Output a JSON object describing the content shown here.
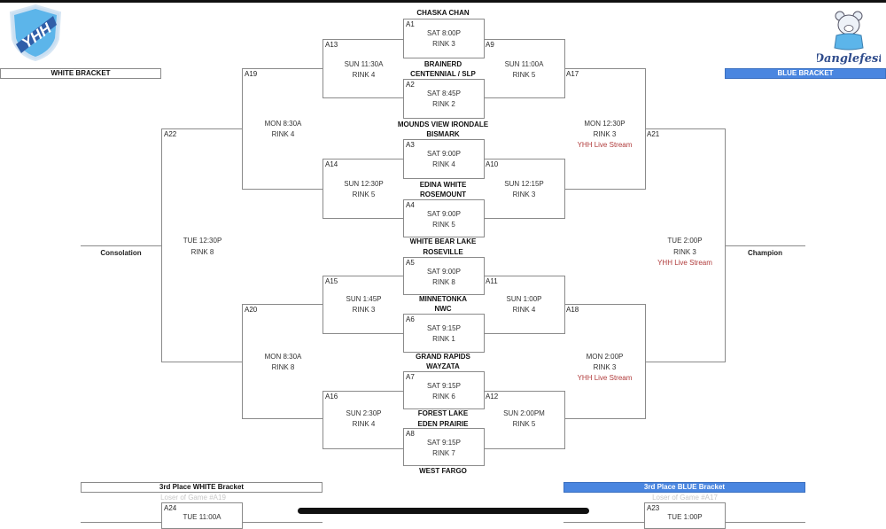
{
  "logos": {
    "left": {
      "name": "YHH",
      "text": "YHH"
    },
    "right": {
      "name": "Danglefest",
      "text": "Danglefest"
    }
  },
  "headers": {
    "white_bracket": "WHITE BRACKET",
    "blue_bracket": "BLUE BRACKET",
    "third_white": "3rd Place WHITE Bracket",
    "third_blue": "3rd Place BLUE Bracket"
  },
  "end_labels": {
    "consolation": "Consolation",
    "champion": "Champion"
  },
  "teams": [
    "CHASKA CHAN",
    "BRAINERD",
    "CENTENNIAL / SLP",
    "MOUNDS VIEW IRONDALE",
    "BISMARK",
    "EDINA WHITE",
    "ROSEMOUNT",
    "WHITE BEAR LAKE",
    "ROSEVILLE",
    "MINNETONKA",
    "NWC",
    "GRAND RAPIDS",
    "WAYZATA",
    "FOREST LAKE",
    "EDEN PRAIRIE",
    "WEST FARGO"
  ],
  "games": {
    "A1": {
      "id": "A1",
      "time": "SAT 8:00P",
      "rink": "RINK 3"
    },
    "A2": {
      "id": "A2",
      "time": "SAT 8:45P",
      "rink": "RINK 2"
    },
    "A3": {
      "id": "A3",
      "time": "SAT 9:00P",
      "rink": "RINK 4"
    },
    "A4": {
      "id": "A4",
      "time": "SAT 9:00P",
      "rink": "RINK 5"
    },
    "A5": {
      "id": "A5",
      "time": "SAT 9:00P",
      "rink": "RINK 8"
    },
    "A6": {
      "id": "A6",
      "time": "SAT 9:15P",
      "rink": "RINK 1"
    },
    "A7": {
      "id": "A7",
      "time": "SAT 9:15P",
      "rink": "RINK 6"
    },
    "A8": {
      "id": "A8",
      "time": "SAT 9:15P",
      "rink": "RINK 7"
    },
    "A9": {
      "id": "A9",
      "time": "SUN 11:00A",
      "rink": "RINK 5"
    },
    "A10": {
      "id": "A10",
      "time": "SUN 12:15P",
      "rink": "RINK 3"
    },
    "A11": {
      "id": "A11",
      "time": "SUN 1:00P",
      "rink": "RINK 4"
    },
    "A12": {
      "id": "A12",
      "time": "SUN 2:00PM",
      "rink": "RINK 5"
    },
    "A13": {
      "id": "A13",
      "time": "SUN 11:30A",
      "rink": "RINK 4"
    },
    "A14": {
      "id": "A14",
      "time": "SUN 12:30P",
      "rink": "RINK 5"
    },
    "A15": {
      "id": "A15",
      "time": "SUN 1:45P",
      "rink": "RINK 3"
    },
    "A16": {
      "id": "A16",
      "time": "SUN 2:30P",
      "rink": "RINK 4"
    },
    "A17": {
      "id": "A17",
      "time": "MON 12:30P",
      "rink": "RINK 3",
      "stream": "YHH Live Stream"
    },
    "A18": {
      "id": "A18",
      "time": "MON 2:00P",
      "rink": "RINK 3",
      "stream": "YHH Live Stream"
    },
    "A19": {
      "id": "A19",
      "time": "MON 8:30A",
      "rink": "RINK 4"
    },
    "A20": {
      "id": "A20",
      "time": "MON 8:30A",
      "rink": "RINK 8"
    },
    "A21": {
      "id": "A21",
      "time": "TUE 2:00P",
      "rink": "RINK 3",
      "stream": "YHH Live Stream"
    },
    "A22": {
      "id": "A22",
      "time": "TUE 12:30P",
      "rink": "RINK 8"
    },
    "A23": {
      "id": "A23",
      "time": "TUE 1:00P",
      "loser_note": "Loser of Game #A17"
    },
    "A24": {
      "id": "A24",
      "time": "TUE 11:00A",
      "loser_note": "Loser of Game #A19"
    }
  }
}
